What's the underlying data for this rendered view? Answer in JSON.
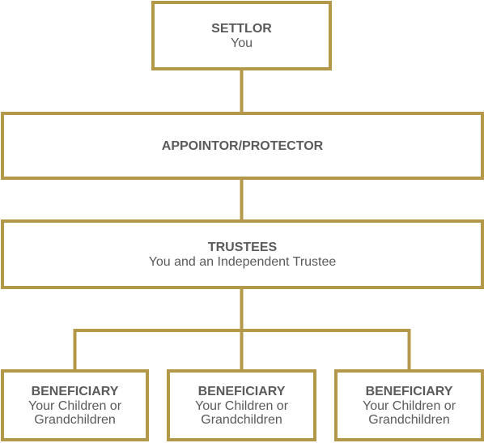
{
  "colors": {
    "border": "#b49849",
    "text": "#5a5a5a",
    "background": "#ffffff"
  },
  "settlor": {
    "title": "SETTLOR",
    "subtitle": "You"
  },
  "appointor": {
    "title": "APPOINTOR/PROTECTOR"
  },
  "trustees": {
    "title": "TRUSTEES",
    "subtitle": "You and an Independent Trustee"
  },
  "beneficiaries": [
    {
      "title": "BENEFICIARY",
      "subtitle": "Your Children or Grandchildren"
    },
    {
      "title": "BENEFICIARY",
      "subtitle": "Your Children or Grandchildren"
    },
    {
      "title": "BENEFICIARY",
      "subtitle": "Your Children or Grandchildren"
    }
  ]
}
